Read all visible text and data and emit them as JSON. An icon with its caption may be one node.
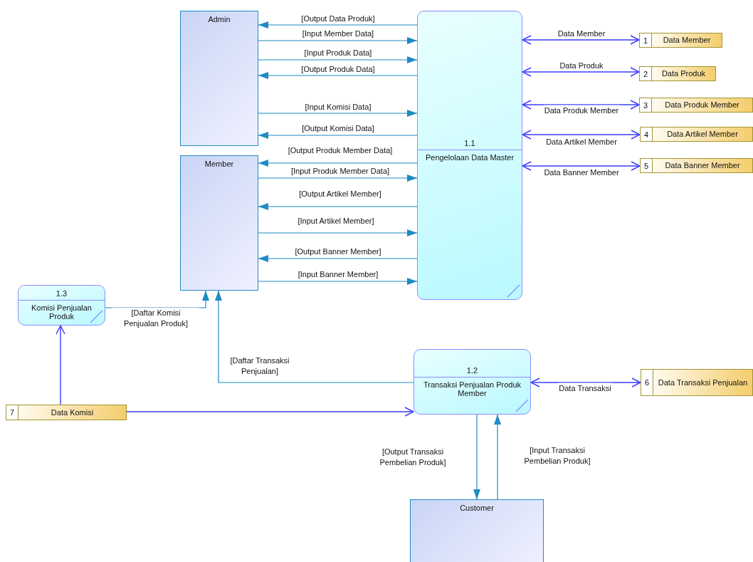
{
  "diagram": {
    "nodes": [
      {
        "text": [
          "Admin"
        ]
      },
      {
        "text": [
          "Member"
        ]
      },
      {
        "text": [
          "1.1",
          "Pengelolaan Data Master"
        ]
      },
      {
        "text": [
          "1",
          "Data Member"
        ]
      },
      {
        "text": [
          "2",
          "Data Produk"
        ]
      },
      {
        "text": [
          "3",
          "Data Produk Member"
        ]
      },
      {
        "text": [
          "4",
          "Data Artikel Member"
        ]
      },
      {
        "text": [
          "5",
          "Data Banner Member"
        ]
      },
      {
        "text": [
          "1.3",
          "Komisi Penjualan Produk"
        ]
      },
      {
        "text": [
          "1.2",
          "Transaksi Penjualan Produk Member"
        ]
      },
      {
        "text": [
          "6",
          "Data Transaksi Penjualan"
        ]
      },
      {
        "text": [
          "7",
          "Data Komisi"
        ]
      },
      {
        "text": [
          "Customer"
        ]
      }
    ],
    "edges": [
      {
        "from": 2,
        "to": 0,
        "arrow": "to",
        "label": "[Output Data Produk]"
      },
      {
        "from": 0,
        "to": 2,
        "arrow": "to",
        "label": "[Input Member Data]"
      },
      {
        "from": 0,
        "to": 2,
        "arrow": "to",
        "label": "[Input Produk Data]"
      },
      {
        "from": 2,
        "to": 0,
        "arrow": "to",
        "label": "[Output Produk Data]"
      },
      {
        "from": 0,
        "to": 2,
        "arrow": "to",
        "label": "[Input Komisi Data]"
      },
      {
        "from": 2,
        "to": 0,
        "arrow": "to",
        "label": "[Output Komisi Data]"
      },
      {
        "from": 2,
        "to": 1,
        "arrow": "to",
        "label": "[Output Produk Member Data]"
      },
      {
        "from": 1,
        "to": 2,
        "arrow": "to",
        "label": "[Input Produk Member Data]"
      },
      {
        "from": 2,
        "to": 1,
        "arrow": "to",
        "label": "[Output Artikel Member]"
      },
      {
        "from": 1,
        "to": 2,
        "arrow": "to",
        "label": "[Input Artikel Member]"
      },
      {
        "from": 2,
        "to": 1,
        "arrow": "to",
        "label": "[Output Banner Member]"
      },
      {
        "from": 1,
        "to": 2,
        "arrow": "to",
        "label": "[Input Banner Member]"
      },
      {
        "from": 2,
        "to": 3,
        "arrow": "both",
        "label": "Data Member",
        "color": "#3b3bff"
      },
      {
        "from": 2,
        "to": 4,
        "arrow": "both",
        "label": "Data Produk",
        "color": "#3b3bff"
      },
      {
        "from": 2,
        "to": 5,
        "arrow": "both",
        "label": "Data Produk Member",
        "color": "#3b3bff"
      },
      {
        "from": 2,
        "to": 6,
        "arrow": "both",
        "label": "Data Artikel Member",
        "color": "#3b3bff"
      },
      {
        "from": 2,
        "to": 7,
        "arrow": "both",
        "label": "Data Banner Member",
        "color": "#3b3bff"
      },
      {
        "from": 11,
        "to": 8,
        "arrow": "to",
        "color": "#3b3bff"
      },
      {
        "from": 11,
        "to": 9,
        "arrow": "to",
        "color": "#3b3bff"
      },
      {
        "from": 8,
        "to": 1,
        "arrow": "to",
        "label": "[Daftar Komisi Penjualan Produk]"
      },
      {
        "from": 9,
        "to": 1,
        "arrow": "to",
        "label": "[Daftar Transaksi Penjualan]"
      },
      {
        "from": 9,
        "to": 10,
        "arrow": "both",
        "label": "Data Transaksi",
        "color": "#3b3bff"
      },
      {
        "from": 9,
        "to": 12,
        "arrow": "to",
        "label": "[Output Transaksi Pembelian Produk]"
      },
      {
        "from": 12,
        "to": 9,
        "arrow": "to",
        "label": "[Input Transaksi Pembelian Produk]"
      }
    ]
  }
}
